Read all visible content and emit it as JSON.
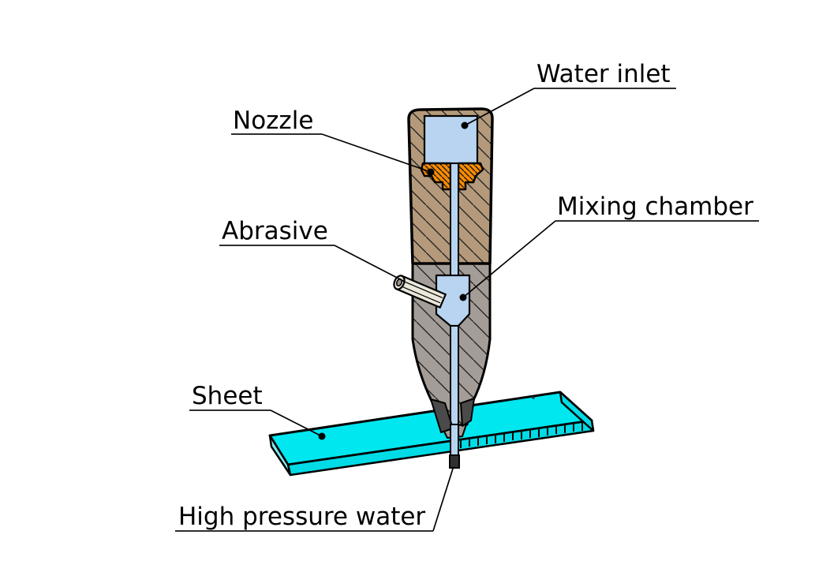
{
  "diagram": {
    "labels": {
      "water_inlet": "Water inlet",
      "nozzle": "Nozzle",
      "mixing_chamber": "Mixing chamber",
      "abrasive": "Abrasive",
      "sheet": "Sheet",
      "high_pressure_water": "High pressure water"
    }
  },
  "colors": {
    "body_upper": "#b49a7b",
    "body_lower": "#a49c96",
    "water": "#b8d4f0",
    "nozzle_insert": "#ff8c00",
    "sheet_top": "#00e7f0",
    "sheet_front": "#00dbe6",
    "sheet_side": "#7deef2",
    "tip_dark": "#4a4a4a",
    "jet_tip": "#303030",
    "abrasive_tube": "#eae7db",
    "tube_bore": "#9a968a",
    "outline": "#000000"
  }
}
